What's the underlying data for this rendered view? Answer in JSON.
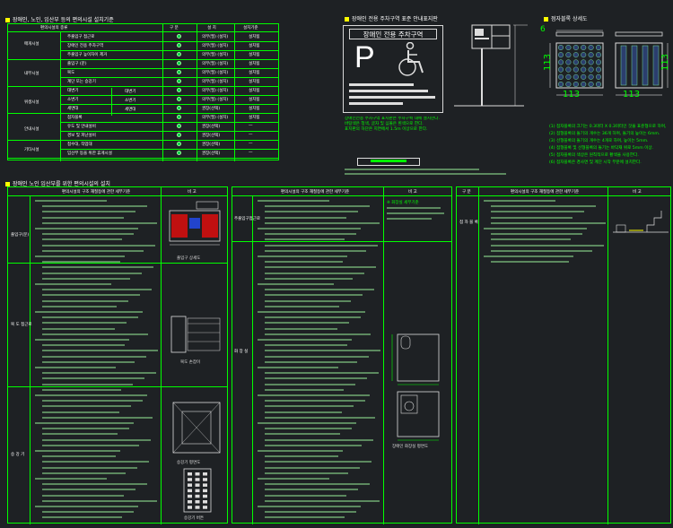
{
  "sections": {
    "s1": "장애인, 노인, 임산부 등의 편의시설 설치기준",
    "s2": "장애인 전용 주차구역 표준 안내표지판",
    "s3": "점자블록 상세도",
    "s4": "장애인 노인 임산부를 위한 편의시설의 설치"
  },
  "top_table": {
    "headers": [
      "편의시설의 종류",
      "구 분",
      "설 치",
      "설치기준"
    ],
    "groups": [
      "매개시설",
      "내부시설",
      "위생시설",
      "안내시설",
      "기타시설"
    ],
    "rows": [
      {
        "item": "주출입구 접근로",
        "install": "의무(필) (설치)",
        "std": "설치됨"
      },
      {
        "item": "장애인 전용 주차구역",
        "install": "의무(필) (설치)",
        "std": "설치됨"
      },
      {
        "item": "주출입구 높이차이 제거",
        "install": "의무(필) (설치)",
        "std": "설치됨"
      },
      {
        "item": "출입구 (문)",
        "install": "의무(필) (설치)",
        "std": "설치됨"
      },
      {
        "item": "복도",
        "install": "의무(필) (설치)",
        "std": "설치됨"
      },
      {
        "item": "계단 또는 승강기",
        "install": "의무(필) (설치)",
        "std": "설치됨"
      },
      {
        "item": "대변기",
        "install": "의무(필) (설치)",
        "std": "설치됨"
      },
      {
        "item": "소변기",
        "install": "의무(필) (설치)",
        "std": "설치됨"
      },
      {
        "item": "세면대",
        "install": "권장(선택)",
        "std": "설치됨"
      },
      {
        "item": "점자블록",
        "install": "의무(필) (설치)",
        "std": "설치됨"
      },
      {
        "item": "유도 및 안내설비",
        "install": "권장(선택)",
        "std": "—"
      },
      {
        "item": "경보 및 피난설비",
        "install": "권장(선택)",
        "std": "—"
      },
      {
        "item": "접수대, 작업대",
        "install": "권장(선택)",
        "std": "—"
      },
      {
        "item": "임산부 등을 위한 휴게시설",
        "install": "권장(선택)",
        "std": "—"
      }
    ],
    "sub_labels": [
      "대변기",
      "소변기",
      "세면대"
    ]
  },
  "parking_sign": {
    "title": "장애인 전용 주차구역",
    "letter": "P"
  },
  "dims": {
    "d1": "6",
    "d2": "113",
    "d3": "113",
    "d4": "113",
    "d5": "113"
  },
  "block_notes": [
    "(1) 점자블록의 크기는 0.3미터 X 0.3미터인 것을 표준형으로 하며,",
    "(2) 점형블록의 돌기의 개수는 36개 하며, 돌기의 높이는 6mm.",
    "(3) 선형블록의 돌기의 개수는 4개로 하며, 높이는 5mm.",
    "(4) 점형블록 및 선형블록의 돌기는 바닥재 위로 5mm 이상.",
    "(5) 점자블록의 색상은 원칙적으로 황색을 사용한다.",
    "(6) 점자블록은 경사면 및 계단 시작 부분에 설치한다."
  ],
  "parking_notes": [
    "장애인전용 주차구역 표지판은 주차구획 내에 설치한다.",
    "바탕색은 청색, 글자 및 심볼은 흰색으로 한다.",
    "표지판의 하단은 지면에서 1.5m 이상으로 한다."
  ],
  "bottom": {
    "col1": {
      "header": [
        "편의시설의 구조 재질등에 관한 세부기준",
        "비 고"
      ],
      "groups": [
        "출입구(문)",
        "복 도 접근로",
        "승 강 기"
      ]
    },
    "col2": {
      "header": [
        "편의시설의 구조 재질등에 관한 세부기준",
        "비 고"
      ],
      "groups": [
        "주출입구접근로",
        "화 장 실"
      ],
      "note_title": "※ 화장실 세부기준",
      "caption": "장애인 화장실 평면도"
    },
    "col3": {
      "header": [
        "구 분",
        "편의시설의 구조 재질등에 관한 세부기준",
        "비 고"
      ],
      "groups": [
        "점 자 블 록"
      ]
    },
    "captions": [
      "출입구 상세도",
      "복도 손잡이",
      "승강기 평면도",
      "승강기 버튼"
    ]
  },
  "colors": {
    "accent": "#00ff00",
    "mark": "#ffff00",
    "bg": "#1e2124"
  }
}
